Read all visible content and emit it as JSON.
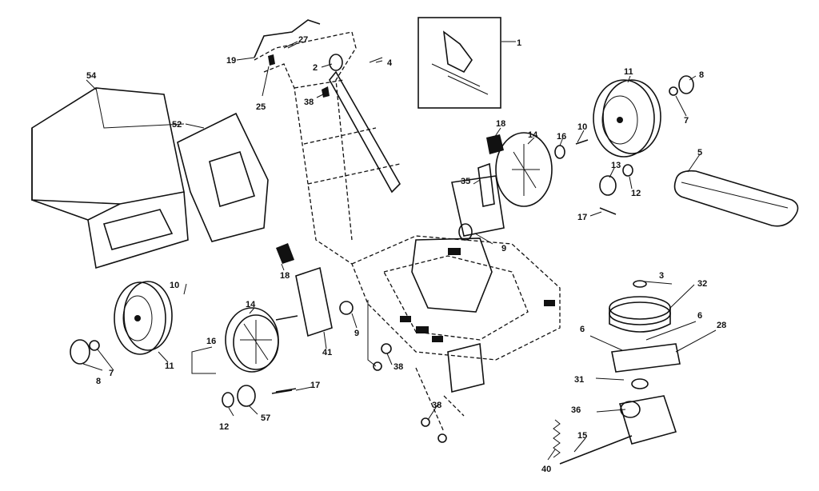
{
  "callouts": {
    "c1": "1",
    "c2": "2",
    "c3": "3",
    "c4": "4",
    "c5": "5",
    "c6a": "6",
    "c6b": "6",
    "c7a": "7",
    "c7b": "7",
    "c8a": "8",
    "c8b": "8",
    "c9a": "9",
    "c9b": "9",
    "c10a": "10",
    "c10b": "10",
    "c11a": "11",
    "c11b": "11",
    "c12a": "12",
    "c12b": "12",
    "c13": "13",
    "c14a": "14",
    "c14b": "14",
    "c15": "15",
    "c16a": "16",
    "c16b": "16",
    "c17a": "17",
    "c17b": "17",
    "c18a": "18",
    "c18b": "18",
    "c19": "19",
    "c25": "25",
    "c27": "27",
    "c28": "28",
    "c31": "31",
    "c32": "32",
    "c35": "35",
    "c36": "36",
    "c38a": "38",
    "c38b": "38",
    "c38c": "38",
    "c40": "40",
    "c41": "41",
    "c52": "52",
    "c54": "54",
    "c57": "57"
  }
}
